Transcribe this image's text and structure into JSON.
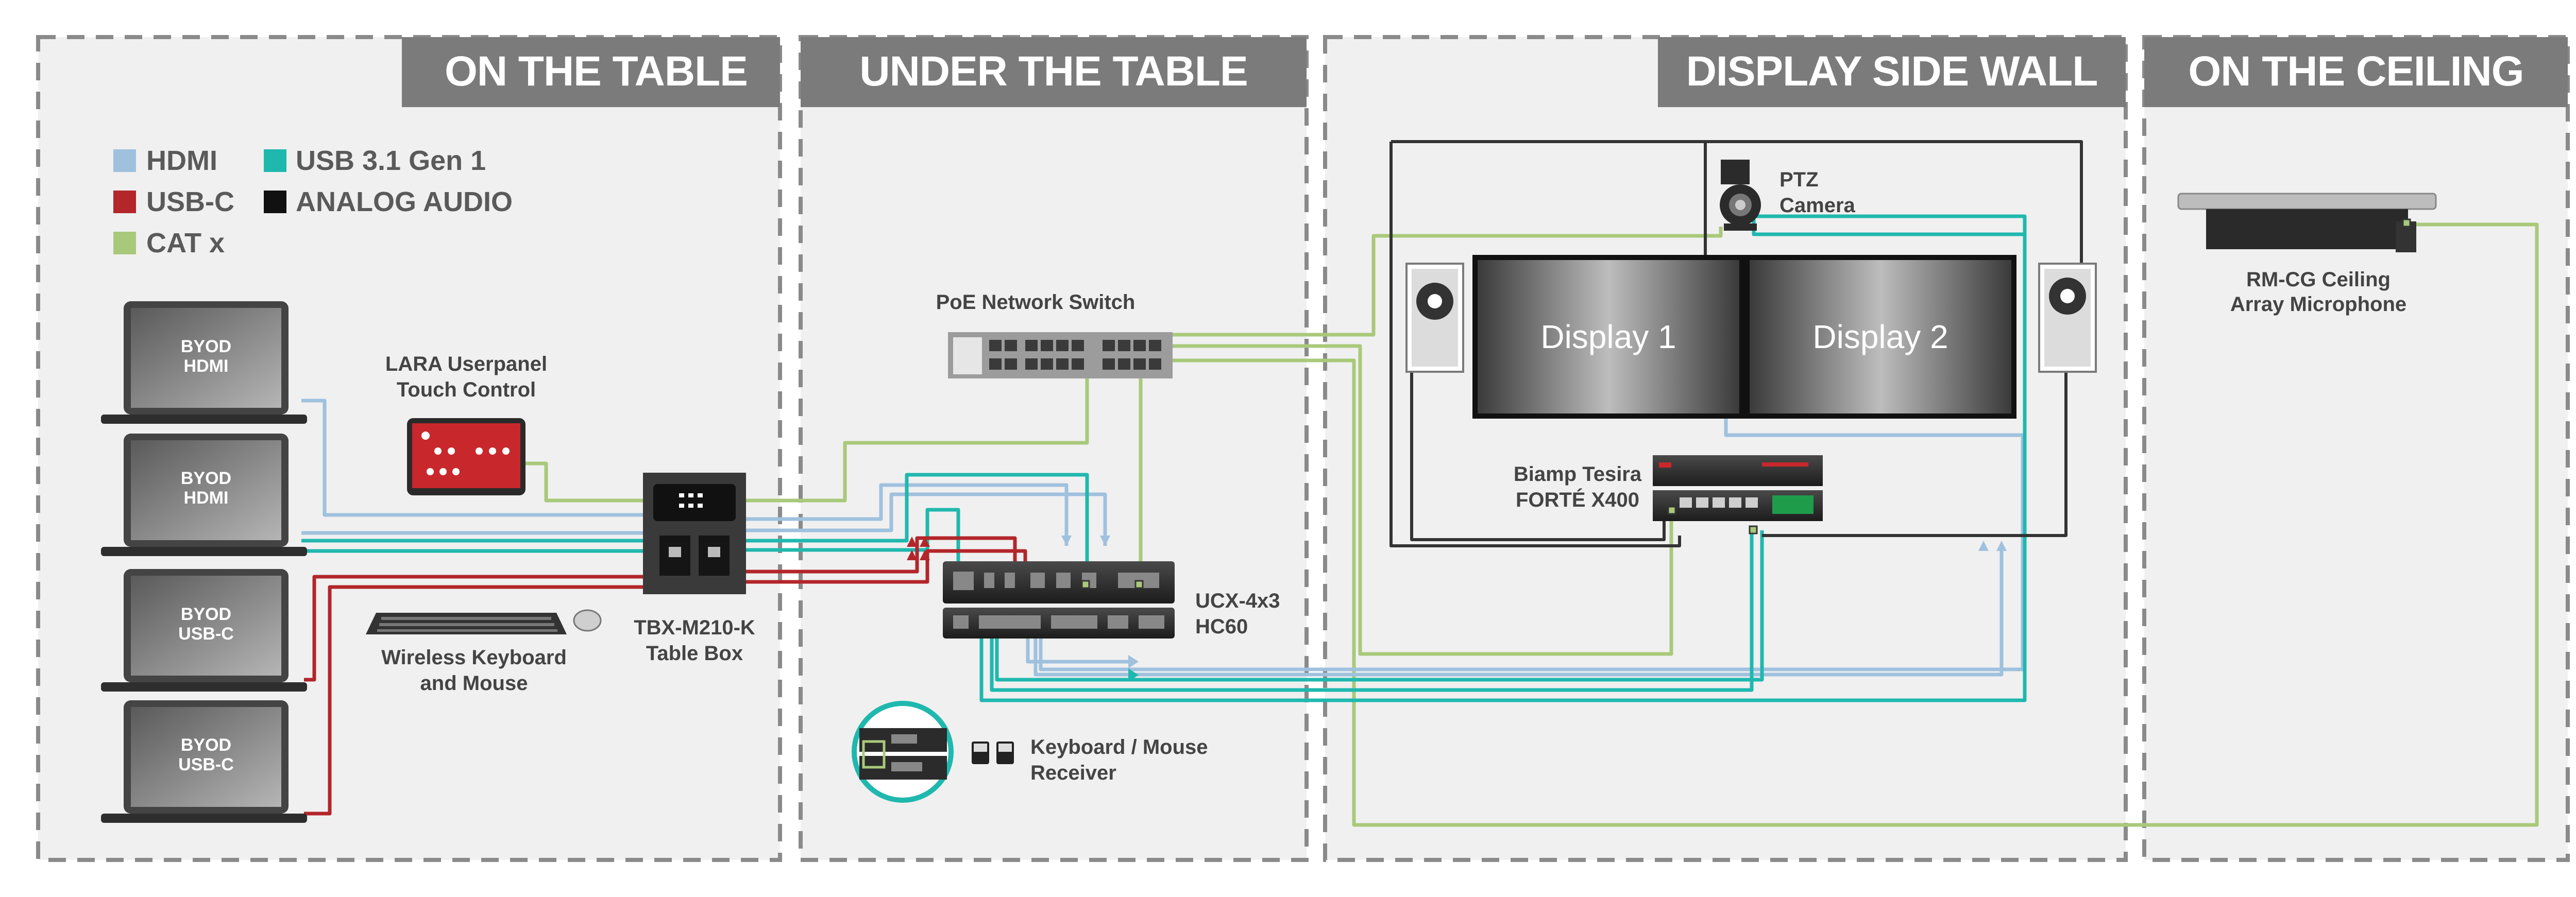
{
  "zones": [
    {
      "id": "table",
      "title": "ON THE TABLE"
    },
    {
      "id": "under",
      "title": "UNDER THE TABLE"
    },
    {
      "id": "wall",
      "title": "DISPLAY SIDE WALL"
    },
    {
      "id": "ceiling",
      "title": "ON THE CEILING"
    }
  ],
  "legend": [
    {
      "label": "HDMI",
      "color": "#9fc1de"
    },
    {
      "label": "USB 3.1 Gen 1",
      "color": "#1fb8ae"
    },
    {
      "label": "USB-C",
      "color": "#b3262a"
    },
    {
      "label": "ANALOG AUDIO",
      "color": "#111111"
    },
    {
      "label": "CAT x",
      "color": "#a9c97a"
    }
  ],
  "laptops": [
    {
      "line1": "BYOD",
      "line2": "HDMI"
    },
    {
      "line1": "BYOD",
      "line2": "HDMI"
    },
    {
      "line1": "BYOD",
      "line2": "USB-C"
    },
    {
      "line1": "BYOD",
      "line2": "USB-C"
    }
  ],
  "devices": {
    "lara": {
      "line1": "LARA Userpanel",
      "line2": "Touch Control"
    },
    "keyboard": {
      "line1": "Wireless Keyboard",
      "line2": "and Mouse"
    },
    "tablebox": {
      "line1": "TBX-M210-K",
      "line2": "Table Box"
    },
    "switch": {
      "line1": "PoE Network Switch"
    },
    "ucx": {
      "line1": "UCX-4x3",
      "line2": "HC60"
    },
    "receiver": {
      "line1": "Keyboard / Mouse",
      "line2": "Receiver"
    },
    "camera": {
      "line1": "PTZ",
      "line2": "Camera"
    },
    "display1": {
      "label": "Display 1"
    },
    "display2": {
      "label": "Display 2"
    },
    "biamp": {
      "line1": "Biamp Tesira",
      "line2": "FORTÉ X400"
    },
    "mic": {
      "line1": "RM-CG Ceiling",
      "line2": "Array Microphone"
    }
  }
}
